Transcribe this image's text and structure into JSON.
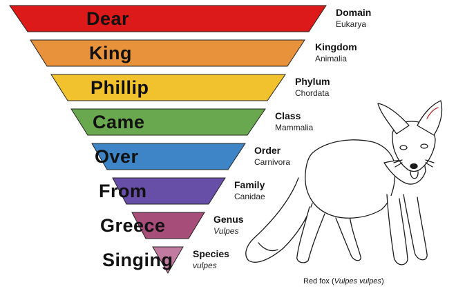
{
  "levels": [
    {
      "word": "Dear",
      "rank": "Domain",
      "name": "Eukarya",
      "italic": false,
      "color": "#dd1a1a"
    },
    {
      "word": "King",
      "rank": "Kingdom",
      "name": "Animalia",
      "italic": false,
      "color": "#e8923c"
    },
    {
      "word": "Phillip",
      "rank": "Phylum",
      "name": "Chordata",
      "italic": false,
      "color": "#f2c12e"
    },
    {
      "word": "Came",
      "rank": "Class",
      "name": "Mammalia",
      "italic": false,
      "color": "#6aa84f"
    },
    {
      "word": "Over",
      "rank": "Order",
      "name": "Carnivora",
      "italic": false,
      "color": "#3d85c6"
    },
    {
      "word": "From",
      "rank": "Family",
      "name": "Canidae",
      "italic": false,
      "color": "#674ea7"
    },
    {
      "word": "Greece",
      "rank": "Genus",
      "name": "Vulpes",
      "italic": true,
      "color": "#a64d79"
    },
    {
      "word": "Singing",
      "rank": "Species",
      "name": "vulpes",
      "italic": true,
      "color": "#c27ba0"
    }
  ],
  "caption": {
    "prefix": "Red fox (",
    "italic": "Vulpes vulpes",
    "suffix": ")"
  },
  "icons": {
    "animal": "red-fox-line-drawing"
  }
}
